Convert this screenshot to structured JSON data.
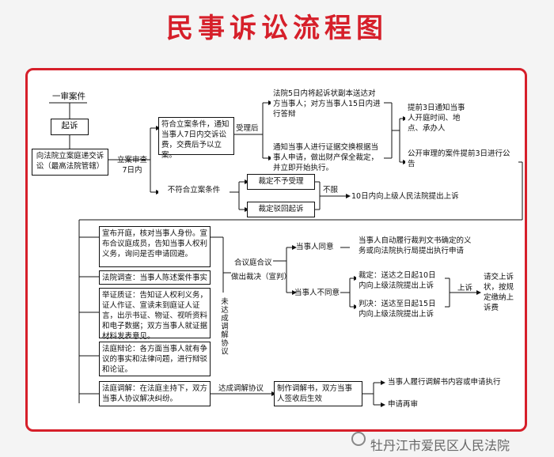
{
  "title": "民事诉讼流程图",
  "nodes": {
    "first_case": "一审案件",
    "file_suit": "起诉",
    "submit_complaint": "向法院立案庭递交诉讼（最高法院管辖）",
    "filing_review": "立案审查7日内",
    "meets_conditions": "符合立案条件，通知当事人7日内交诉讼费，交费后予以立案。",
    "accepted": "受理后",
    "serve_copy": "法院5日内将起诉状副本送达对方当事人；对方当事人15日内进行答辩",
    "evidence_exchange": "通知当事人进行证据交换根据当事人申请，做出财产保全裁定，并立即开始执行。",
    "notify_hearing": "提前3日通知当事人开庭时间、地点、承办人",
    "public_notice": "公开审理的案件提前3日进行公告",
    "not_meet": "不符合立案条件",
    "ruling_not_accept": "裁定不予受理",
    "ruling_dismiss": "裁定驳回起诉",
    "disagree": "不服",
    "appeal_10days": "10日内向上级人民法院提出上诉",
    "trial_open": "宣布开庭，核对当事人身份。宣布合议庭成员，告知当事人权利义务，询问是否申请回避。",
    "court_investigation": "法院调查：当事人陈述案件事实",
    "cross_exam": "举证质证：告知证人权利义务，证人作证、宣读未到庭证人证言，出示书证、物证、视听资料和电子数据；双方当事人就证据材料发表意见。",
    "court_debate": "法庭辩论：各方面当事人就有争议的事实和法律问题，进行辩驳和论证。",
    "court_mediation": "法庭调解：在法庭主持下，双方当事人协议解决纠纷。",
    "no_agreement": "未达成调解协议",
    "collegiate": "合议庭合议",
    "ruling_verdict": "做出裁决（宣判）",
    "party_agree": "当事人同意",
    "auto_perform": "当事人自动履行裁判文书确定的义务或向法院执行局提出执行申请",
    "party_disagree": "当事人不同意",
    "ruling_appeal": "裁定：送达之日起10日内向上级法院提出上诉",
    "verdict_appeal": "判决：送达至日起15日内向上级法院提出上诉",
    "appeal": "上诉",
    "submit_appeal": "请交上诉状，按规定缴纳上诉费",
    "agreement_reached": "达成调解协议",
    "mediation_doc": "制作调解书，双方当事人签收后生效",
    "perform_mediation": "当事人履行调解书内容或申请执行",
    "retrial": "申请再审"
  },
  "watermark": "牡丹江市爱民区人民法院"
}
